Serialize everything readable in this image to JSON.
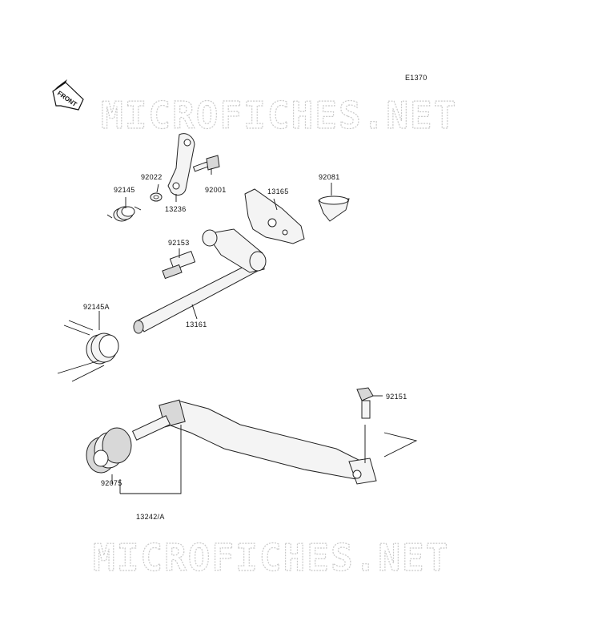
{
  "diagram_code": "E1370",
  "front_label": "FRONT",
  "watermark": "MICROFICHES.NET",
  "parts": {
    "p92022": "92022",
    "p92145": "92145",
    "p13236": "13236",
    "p92001": "92001",
    "p13165": "13165",
    "p92081": "92081",
    "p92153": "92153",
    "p92145A": "92145A",
    "p13161": "13161",
    "p92151": "92151",
    "p92075": "92075",
    "p13242A": "13242/A"
  }
}
